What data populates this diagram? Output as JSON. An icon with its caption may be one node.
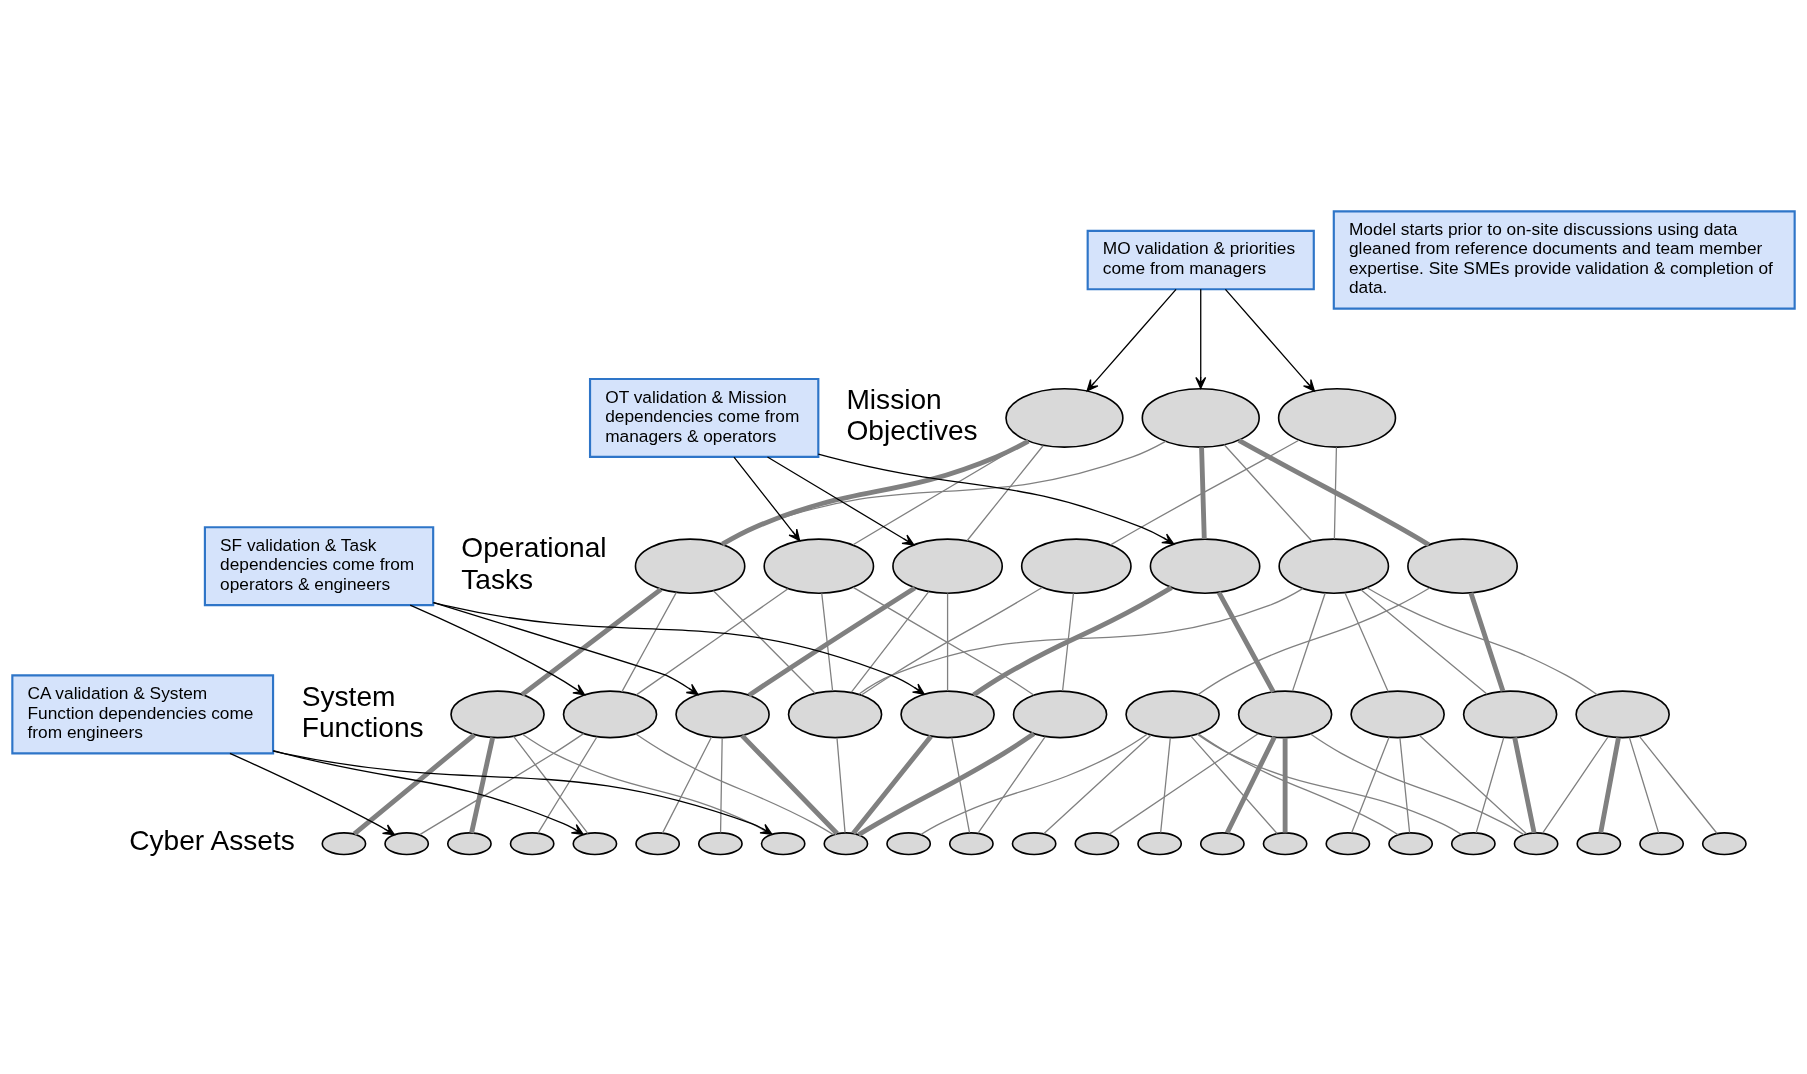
{
  "diagram": {
    "nodes": [
      {
        "text": [
          "MO validation & priorities come from managers"
        ]
      },
      {
        "text": [
          "Model starts prior to on-site discussions using data gleaned from reference documents and team member expertise. Site SMEs provide validation & completion of data."
        ]
      },
      {
        "text": [],
        "shape": "ellipse"
      },
      {
        "text": [],
        "shape": "ellipse"
      },
      {
        "text": [],
        "shape": "ellipse"
      },
      {
        "text": [
          "OT validation & Mission dependencies come from managers & operators"
        ]
      },
      {
        "text": [],
        "shape": "ellipse"
      },
      {
        "text": [],
        "shape": "ellipse"
      },
      {
        "text": [],
        "shape": "ellipse"
      },
      {
        "text": [],
        "shape": "ellipse"
      },
      {
        "text": [],
        "shape": "ellipse"
      },
      {
        "text": [],
        "shape": "ellipse"
      },
      {
        "text": [],
        "shape": "ellipse"
      },
      {
        "text": [
          "SF validation & Task dependencies come from operators & engineers"
        ]
      },
      {
        "text": [],
        "shape": "ellipse"
      },
      {
        "text": [],
        "shape": "ellipse"
      },
      {
        "text": [],
        "shape": "ellipse"
      },
      {
        "text": [],
        "shape": "ellipse"
      },
      {
        "text": [],
        "shape": "ellipse"
      },
      {
        "text": [],
        "shape": "ellipse"
      },
      {
        "text": [],
        "shape": "ellipse"
      },
      {
        "text": [],
        "shape": "ellipse"
      },
      {
        "text": [],
        "shape": "ellipse"
      },
      {
        "text": [],
        "shape": "ellipse"
      },
      {
        "text": [],
        "shape": "ellipse"
      },
      {
        "text": [
          "CA validation & System Function dependencies come from engineers"
        ]
      },
      {
        "text": [],
        "shape": "ellipse"
      },
      {
        "text": [],
        "shape": "ellipse"
      },
      {
        "text": [],
        "shape": "ellipse"
      },
      {
        "text": [],
        "shape": "ellipse"
      },
      {
        "text": [],
        "shape": "ellipse"
      },
      {
        "text": [],
        "shape": "ellipse"
      },
      {
        "text": [],
        "shape": "ellipse"
      },
      {
        "text": [],
        "shape": "ellipse"
      },
      {
        "text": [],
        "shape": "ellipse"
      },
      {
        "text": [],
        "shape": "ellipse"
      },
      {
        "text": [],
        "shape": "ellipse"
      },
      {
        "text": [],
        "shape": "ellipse"
      },
      {
        "text": [],
        "shape": "ellipse"
      },
      {
        "text": [],
        "shape": "ellipse"
      },
      {
        "text": [],
        "shape": "ellipse"
      },
      {
        "text": [],
        "shape": "ellipse"
      },
      {
        "text": [],
        "shape": "ellipse"
      },
      {
        "text": [],
        "shape": "ellipse"
      },
      {
        "text": [],
        "shape": "ellipse"
      },
      {
        "text": [],
        "shape": "ellipse"
      },
      {
        "text": [],
        "shape": "ellipse"
      },
      {
        "text": [],
        "shape": "ellipse"
      },
      {
        "text": [],
        "shape": "ellipse"
      }
    ],
    "edges": [
      {
        "from": 0,
        "to": 2,
        "arrow": "to",
        "color": "#000000"
      },
      {
        "from": 0,
        "to": 3,
        "arrow": "to",
        "color": "#000000"
      },
      {
        "from": 0,
        "to": 4,
        "arrow": "to",
        "color": "#000000"
      },
      {
        "from": 2,
        "to": 6,
        "arrow": "none",
        "style": "thick"
      },
      {
        "from": 2,
        "to": 7,
        "arrow": "none"
      },
      {
        "from": 2,
        "to": 8,
        "arrow": "none"
      },
      {
        "from": 3,
        "to": 6,
        "arrow": "none"
      },
      {
        "from": 3,
        "to": 10,
        "arrow": "none",
        "style": "thick"
      },
      {
        "from": 3,
        "to": 11,
        "arrow": "none"
      },
      {
        "from": 3,
        "to": 12,
        "arrow": "none",
        "style": "thick"
      },
      {
        "from": 4,
        "to": 9,
        "arrow": "none"
      },
      {
        "from": 4,
        "to": 11,
        "arrow": "none"
      },
      {
        "from": 5,
        "to": 7,
        "arrow": "to",
        "color": "#000000"
      },
      {
        "from": 5,
        "to": 8,
        "arrow": "to",
        "color": "#000000"
      },
      {
        "from": 5,
        "to": 10,
        "arrow": "to",
        "color": "#000000"
      },
      {
        "from": 6,
        "to": 14,
        "arrow": "none",
        "style": "thick"
      },
      {
        "from": 6,
        "to": 15,
        "arrow": "none"
      },
      {
        "from": 6,
        "to": 17,
        "arrow": "none"
      },
      {
        "from": 7,
        "to": 15,
        "arrow": "none"
      },
      {
        "from": 7,
        "to": 17,
        "arrow": "none"
      },
      {
        "from": 7,
        "to": 19,
        "arrow": "none"
      },
      {
        "from": 8,
        "to": 16,
        "arrow": "none",
        "style": "thick"
      },
      {
        "from": 8,
        "to": 17,
        "arrow": "none"
      },
      {
        "from": 8,
        "to": 18,
        "arrow": "none"
      },
      {
        "from": 9,
        "to": 17,
        "arrow": "none"
      },
      {
        "from": 9,
        "to": 19,
        "arrow": "none"
      },
      {
        "from": 10,
        "to": 18,
        "arrow": "none",
        "style": "thick"
      },
      {
        "from": 10,
        "to": 21,
        "arrow": "none",
        "style": "thick"
      },
      {
        "from": 11,
        "to": 17,
        "arrow": "none"
      },
      {
        "from": 11,
        "to": 21,
        "arrow": "none"
      },
      {
        "from": 11,
        "to": 22,
        "arrow": "none"
      },
      {
        "from": 11,
        "to": 23,
        "arrow": "none"
      },
      {
        "from": 11,
        "to": 24,
        "arrow": "none"
      },
      {
        "from": 12,
        "to": 20,
        "arrow": "none"
      },
      {
        "from": 12,
        "to": 23,
        "arrow": "none",
        "style": "thick"
      },
      {
        "from": 13,
        "to": 15,
        "arrow": "to",
        "color": "#000000"
      },
      {
        "from": 13,
        "to": 16,
        "arrow": "to",
        "color": "#000000"
      },
      {
        "from": 13,
        "to": 18,
        "arrow": "to",
        "color": "#000000"
      },
      {
        "from": 14,
        "to": 26,
        "arrow": "none",
        "style": "thick"
      },
      {
        "from": 14,
        "to": 28,
        "arrow": "none",
        "style": "thick"
      },
      {
        "from": 14,
        "to": 30,
        "arrow": "none"
      },
      {
        "from": 14,
        "to": 33,
        "arrow": "none"
      },
      {
        "from": 15,
        "to": 27,
        "arrow": "none"
      },
      {
        "from": 15,
        "to": 29,
        "arrow": "none"
      },
      {
        "from": 15,
        "to": 34,
        "arrow": "none"
      },
      {
        "from": 16,
        "to": 31,
        "arrow": "none"
      },
      {
        "from": 16,
        "to": 32,
        "arrow": "none"
      },
      {
        "from": 16,
        "to": 34,
        "arrow": "none",
        "style": "thick"
      },
      {
        "from": 17,
        "to": 34,
        "arrow": "none"
      },
      {
        "from": 18,
        "to": 34,
        "arrow": "none",
        "style": "thick"
      },
      {
        "from": 18,
        "to": 36,
        "arrow": "none"
      },
      {
        "from": 19,
        "to": 34,
        "arrow": "none",
        "style": "thick"
      },
      {
        "from": 19,
        "to": 36,
        "arrow": "none"
      },
      {
        "from": 20,
        "to": 35,
        "arrow": "none"
      },
      {
        "from": 20,
        "to": 37,
        "arrow": "none"
      },
      {
        "from": 20,
        "to": 39,
        "arrow": "none"
      },
      {
        "from": 20,
        "to": 41,
        "arrow": "none"
      },
      {
        "from": 20,
        "to": 43,
        "arrow": "none"
      },
      {
        "from": 20,
        "to": 44,
        "arrow": "none"
      },
      {
        "from": 21,
        "to": 38,
        "arrow": "none"
      },
      {
        "from": 21,
        "to": 40,
        "arrow": "none",
        "style": "thick"
      },
      {
        "from": 21,
        "to": 41,
        "arrow": "none",
        "style": "thick"
      },
      {
        "from": 21,
        "to": 45,
        "arrow": "none"
      },
      {
        "from": 22,
        "to": 42,
        "arrow": "none"
      },
      {
        "from": 22,
        "to": 43,
        "arrow": "none"
      },
      {
        "from": 22,
        "to": 45,
        "arrow": "none"
      },
      {
        "from": 23,
        "to": 44,
        "arrow": "none"
      },
      {
        "from": 23,
        "to": 45,
        "arrow": "none",
        "style": "thick"
      },
      {
        "from": 24,
        "to": 45,
        "arrow": "none"
      },
      {
        "from": 24,
        "to": 46,
        "arrow": "none",
        "style": "thick"
      },
      {
        "from": 24,
        "to": 47,
        "arrow": "none"
      },
      {
        "from": 24,
        "to": 48,
        "arrow": "none"
      },
      {
        "from": 25,
        "to": 27,
        "arrow": "to",
        "color": "#000000"
      },
      {
        "from": 25,
        "to": 30,
        "arrow": "to",
        "color": "#000000"
      },
      {
        "from": 25,
        "to": 33,
        "arrow": "to",
        "color": "#000000"
      }
    ],
    "labels": [
      "Mission Objectives",
      "Operational Tasks",
      "System Functions",
      "Cyber Assets"
    ]
  }
}
